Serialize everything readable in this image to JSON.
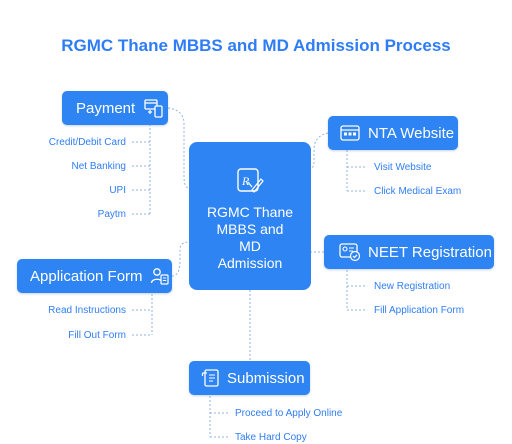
{
  "title": "RGMC Thane MBBS and MD Admission Process",
  "center": {
    "label": "RGMC Thane\nMBBS and\nMD\nAdmission",
    "icon": "prescription-icon"
  },
  "colors": {
    "accent": "#2f84f3",
    "text": "#2f7df6",
    "connector": "#8fb4e6"
  },
  "nodes": {
    "payment": {
      "label": "Payment",
      "icon": "payment-device-icon",
      "items": [
        "Credit/Debit Card",
        "Net Banking",
        "UPI",
        "Paytm"
      ]
    },
    "nta": {
      "label": "NTA Website",
      "icon": "web-browser-icon",
      "items": [
        "Visit Website",
        "Click Medical Exam"
      ]
    },
    "application": {
      "label": "Application Form",
      "icon": "user-form-icon",
      "items": [
        "Read Instructions",
        "Fill Out Form"
      ]
    },
    "neet": {
      "label": "NEET Registration",
      "icon": "id-card-check-icon",
      "items": [
        "New Registration",
        "Fill Application Form"
      ]
    },
    "submission": {
      "label": "Submission",
      "icon": "document-list-icon",
      "items": [
        "Proceed to Apply Online",
        "Take Hard Copy"
      ]
    }
  }
}
